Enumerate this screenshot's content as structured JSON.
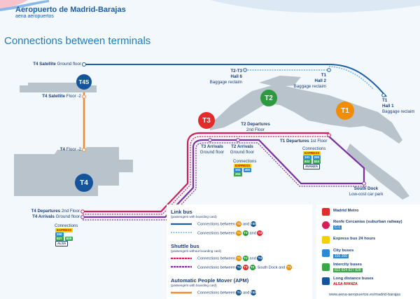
{
  "brand": {
    "title": "Aeropuerto de Madrid-Barajas",
    "subtitle": "aena aeropuertos"
  },
  "page_title": "Connections between terminals",
  "colors": {
    "t1": "#f28c00",
    "t2": "#2d9a3f",
    "t3": "#e32b2b",
    "t4": "#13549a",
    "link_bus": "#1a5ea8",
    "shuttle_red": "#d41e5a",
    "shuttle_purple": "#7b2fa0",
    "apm": "#f08a30",
    "terminal_grey": "#b9c3cc"
  },
  "terminals": {
    "t1": "T1",
    "t2": "T2",
    "t3": "T3",
    "t4": "T4",
    "t4s": "T4S"
  },
  "labels": {
    "t4s_ground": {
      "name": "T4 Satellite",
      "detail": "Ground floor"
    },
    "t4s_floor": {
      "name": "T4 Satellite",
      "detail": "Floor -2"
    },
    "t4_floor": {
      "name": "T4",
      "detail": "Floor -2"
    },
    "t2t3_hall": {
      "name": "T2-T3",
      "line2": "Hall 6",
      "line3": "Baggage reclaim"
    },
    "t1_hall2": {
      "name": "T1",
      "line2": "Hall 2",
      "line3": "Baggage reclaim"
    },
    "t1_hall1": {
      "name": "T1",
      "line2": "Hall 1",
      "line3": "Baggage reclaim"
    },
    "t2_departures": {
      "name": "T2 Departures",
      "detail": "2nd Floor"
    },
    "t1_departures": {
      "name": "T1 Departures",
      "detail": "1st Floor"
    },
    "t3_arrivals": {
      "name": "T3 Arrivals",
      "detail": "Ground floor"
    },
    "t2_arrivals": {
      "name": "T2 Arrivals",
      "detail": "Ground floor"
    },
    "south_dock": {
      "name": "South Dock",
      "detail": "Low-cost car park"
    },
    "t4_departures": {
      "name": "T4 Departures",
      "detail": "2nd Floor"
    },
    "t4_arrivals": {
      "name": "T4 Arrivals",
      "detail": "Ground floor"
    }
  },
  "connections_label": "Connections",
  "chips": {
    "express": "EXPRESS",
    "bus_101": "101",
    "bus_200": "200",
    "bus_826": "826",
    "bus_827": "827",
    "bus_828": "828",
    "bus_822": "822",
    "bus_824": "824",
    "bus_822b": "822",
    "bus_827b": "827",
    "bus_828b": "828",
    "bus_200b": "200",
    "bus_101b": "101",
    "bus_204": "204",
    "bus_200c": "200",
    "alsa": "ALSA",
    "avanza": "AVANZA"
  },
  "legend": {
    "link_bus": {
      "title": "Link bus",
      "subtitle": "(passengers with boarding card)",
      "row1": "Connections between",
      "row1_and": "and",
      "row2": "Connections between",
      "row2_and": "and"
    },
    "shuttle_bus": {
      "title": "Shuttle bus",
      "subtitle": "(passengers without boarding card)",
      "row1": "Connections between",
      "row1_and": "and",
      "row2": "Connections between",
      "row2_and": ", South Dock and"
    },
    "apm": {
      "title": "Automatic People Mover (APM)",
      "subtitle": "(passengers with boarding card)",
      "row1": "Connections between",
      "row1_and": "and"
    }
  },
  "legend_right": [
    {
      "title": "Madrid Metro",
      "sub": ""
    },
    {
      "title": "Renfe Cercanías (suburban railway)",
      "sub": "C-1"
    },
    {
      "title": "Express bus 24 hours",
      "sub": ""
    },
    {
      "title": "City buses",
      "sub": "101 200"
    },
    {
      "title": "Intercity buses",
      "sub": "822 824 827 828"
    },
    {
      "title": "Long distance buses",
      "sub": "ALSA AVANZA"
    }
  ],
  "footer": "www.aena-aeropuertos.es/madrid-barajas"
}
